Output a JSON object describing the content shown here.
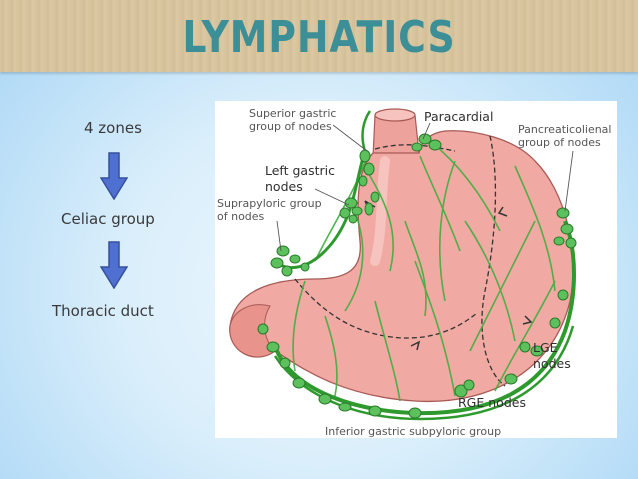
{
  "title": "LYMPHATICS",
  "flow": {
    "step1": "4 zones",
    "step2": "Celiac group",
    "step3": "Thoracic duct"
  },
  "figure_labels": {
    "superior_gastric": "Superior gastric\ngroup of nodes",
    "paracardial": "Paracardial",
    "pancreaticolienal": "Pancreaticolienal\ngroup of nodes",
    "left_gastric": "Left gastric\nnodes",
    "suprapyloric": "Suprapyloric group\nof nodes",
    "lge": "LGE\nnodes",
    "rge": "RGE nodes",
    "inferior_gastric": "Inferior gastric subpyloric group"
  },
  "colors": {
    "title": "#3d8f97",
    "arrow_fill": "#4f6fd1",
    "stomach_fill": "#f1a9a3",
    "lymph_green": "#3fae3f"
  }
}
